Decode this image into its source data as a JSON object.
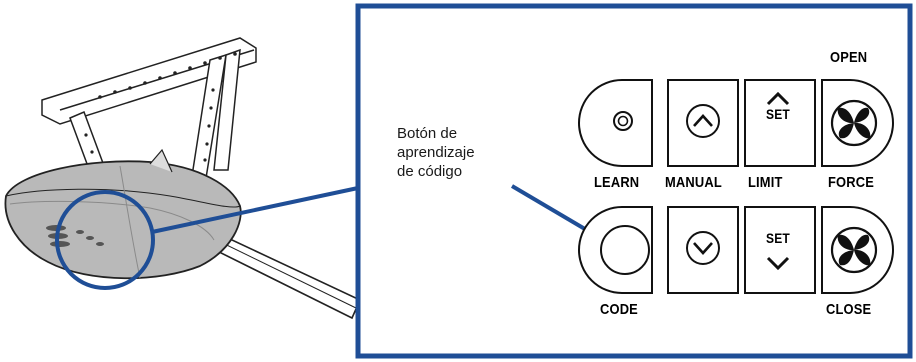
{
  "callout": {
    "lines": [
      "Botón de",
      "aprendizaje",
      "de código"
    ]
  },
  "panel": {
    "labels": {
      "open": "OPEN",
      "learn": "LEARN",
      "manual": "MANUAL",
      "limit": "LIMIT",
      "force": "FORCE",
      "code": "CODE",
      "close": "CLOSE"
    },
    "set_up": "SET",
    "set_down": "SET"
  },
  "icons": {
    "learn": "target-icon",
    "manual_up": "chevron-up-icon",
    "limit_up": "caret-up-icon",
    "force_up": "propeller-icon",
    "code": "circle-icon",
    "manual_down": "chevron-down-icon",
    "limit_down": "caret-down-icon",
    "force_down": "propeller-icon"
  },
  "colors": {
    "frame": "#1f4e96",
    "arrow": "#1f4e96",
    "opener_body": "#b9b9b9"
  }
}
